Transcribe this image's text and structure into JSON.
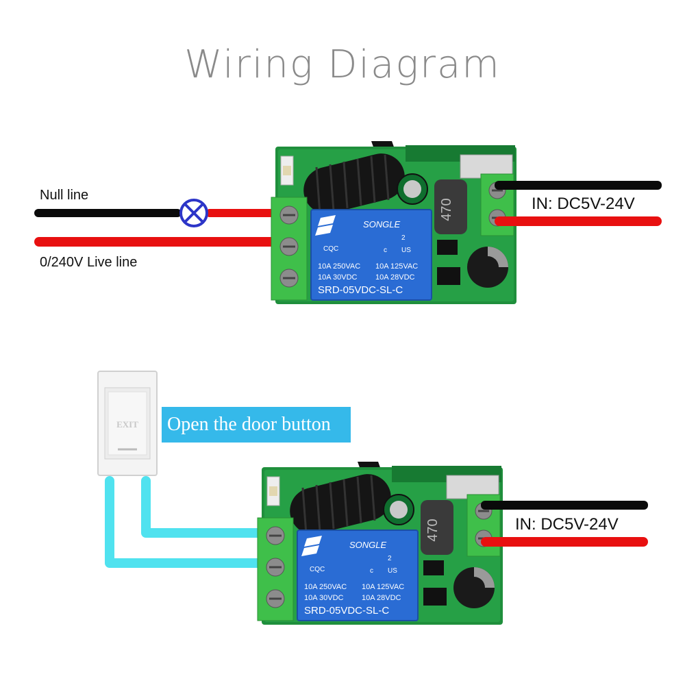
{
  "title": "Wiring Diagram",
  "labels": {
    "null_line": "Null line",
    "live_line": "0/240V Live line",
    "input_top": "IN: DC5V-24V",
    "input_bottom": "IN: DC5V-24V",
    "door_button": "Open the door button"
  },
  "exit_button": {
    "text": "EXIT"
  },
  "relay": {
    "brand": "SONGLE",
    "ratings": [
      "10A 250VAC",
      "10A 125VAC",
      "10A 30VDC",
      "10A 28VDC"
    ],
    "model": "SRD-05VDC-SL-C",
    "marks": {
      "cqc": "CQC",
      "ul_c": "c",
      "ul_us": "US",
      "ul_num": "2"
    }
  },
  "inductor_label": "470",
  "colors": {
    "title": "#8a8a8a",
    "wire_black": "#0a0a0a",
    "wire_red": "#e81010",
    "wire_cyan": "#50e2ef",
    "pcb_green": "#1f8f3c",
    "terminal_green": "#3fbf4a",
    "relay_blue": "#2a6cd4",
    "label_bg": "#35b9ea",
    "lamp_blue": "#2c35c8"
  }
}
